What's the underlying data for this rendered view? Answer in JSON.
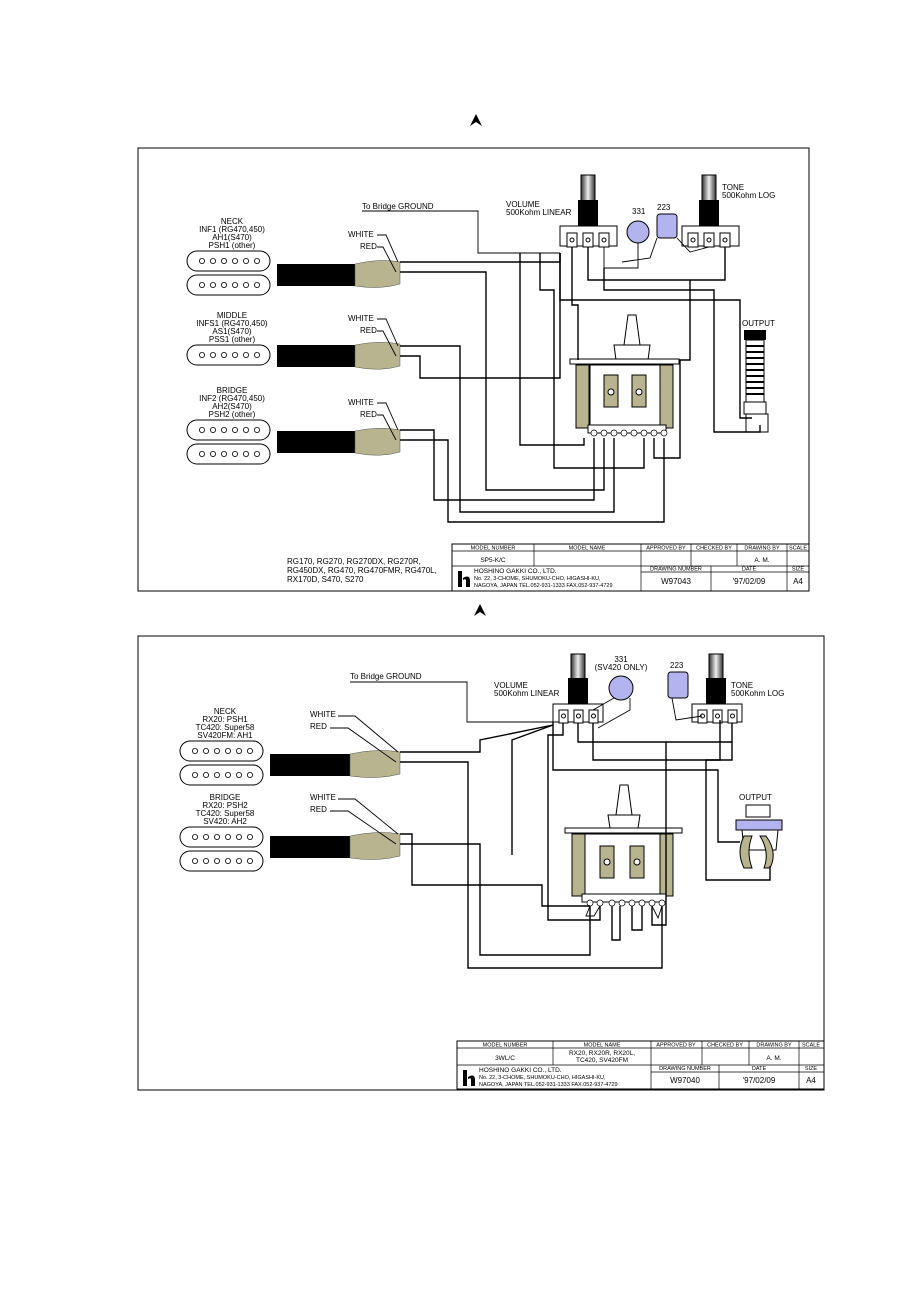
{
  "diagrams": [
    {
      "neck": {
        "title": "NECK",
        "lines": [
          "INF1 (RG470,450)",
          "AH1(S470)",
          "PSH1 (other)"
        ]
      },
      "middle": {
        "title": "MIDDLE",
        "lines": [
          "INFS1 (RG470,450)",
          "AS1(S470)",
          "PSS1 (other)"
        ]
      },
      "bridge": {
        "title": "BRIDGE",
        "lines": [
          "INF2 (RG470,450)",
          "AH2(S470)",
          "PSH2 (other)"
        ]
      },
      "wire_white": "WHITE",
      "wire_red": "RED",
      "ground": "To Bridge GROUND",
      "volume": [
        "VOLUME",
        "500Kohm LINEAR"
      ],
      "tone": [
        "TONE",
        "500Kohm LOG"
      ],
      "cap1": "331",
      "cap2": "223",
      "output": "OUTPUT",
      "models": [
        "RG170, RG270, RG270DX, RG270R,",
        "RG450DX, RG470, RG470FMR, RG470L,",
        "RX170D, S470, S270"
      ],
      "title_block": {
        "h_model_number": "MODEL NUMBER",
        "h_model_name": "MODEL NAME",
        "h_approved": "APPROVED BY",
        "h_checked": "CHECKED BY",
        "h_drawing": "DRAWING BY",
        "h_scale": "SCALE",
        "model_number": "SP5-K/C",
        "model_name": "",
        "drawn_by": "A. M.",
        "company": "HOSHINO GAKKI CO., LTD.",
        "address1": "No. 22, 3-CHOME, SHUMOKU-CHO, HIGASHI-KU,",
        "address2": "NAGOYA, JAPAN   TEL.052-931-1333  FAX.052-937-4729",
        "h_drawing_number": "DRAWING NUMBER",
        "h_date": "DATE",
        "h_size": "SIZE",
        "drawing_number": "W97043",
        "date": "'97/02/09",
        "size": "A4"
      }
    },
    {
      "neck": {
        "title": "NECK",
        "lines": [
          "RX20: PSH1",
          "TC420: Super58",
          "SV420FM: AH1"
        ]
      },
      "bridge": {
        "title": "BRIDGE",
        "lines": [
          "RX20: PSH2",
          "TC420: Super58",
          "SV420: AH2"
        ]
      },
      "wire_white": "WHITE",
      "wire_red": "RED",
      "ground": "To Bridge GROUND",
      "volume": [
        "VOLUME",
        "500Kohm LINEAR"
      ],
      "tone": [
        "TONE",
        "500Kohm LOG"
      ],
      "cap1": "331",
      "cap1_note": "(SV420 ONLY)",
      "cap2": "223",
      "output": "OUTPUT",
      "title_block": {
        "h_model_number": "MODEL NUMBER",
        "h_model_name": "MODEL NAME",
        "h_approved": "APPROVED BY",
        "h_checked": "CHECKED BY",
        "h_drawing": "DRAWING BY",
        "h_scale": "SCALE",
        "model_number": "3WL/C",
        "model_name": [
          "RX20, RX20R, RX20L,",
          "TC420, SV420FM"
        ],
        "drawn_by": "A. M.",
        "company": "HOSHINO GAKKI CO., LTD.",
        "address1": "No. 22, 3-CHOME, SHUMOKU-CHO, HIGASHI-KU,",
        "address2": "NAGOYA, JAPAN   TEL.052-931-1333  FAX.052-937-4729",
        "h_drawing_number": "DRAWING NUMBER",
        "h_date": "DATE",
        "h_size": "SIZE",
        "drawing_number": "W97040",
        "date": "'97/02/09",
        "size": "A4"
      }
    }
  ],
  "colors": {
    "wire": "#000000",
    "cable": "#000000",
    "strip": "#b7b48f",
    "capacitor": "#b3b3f0"
  }
}
